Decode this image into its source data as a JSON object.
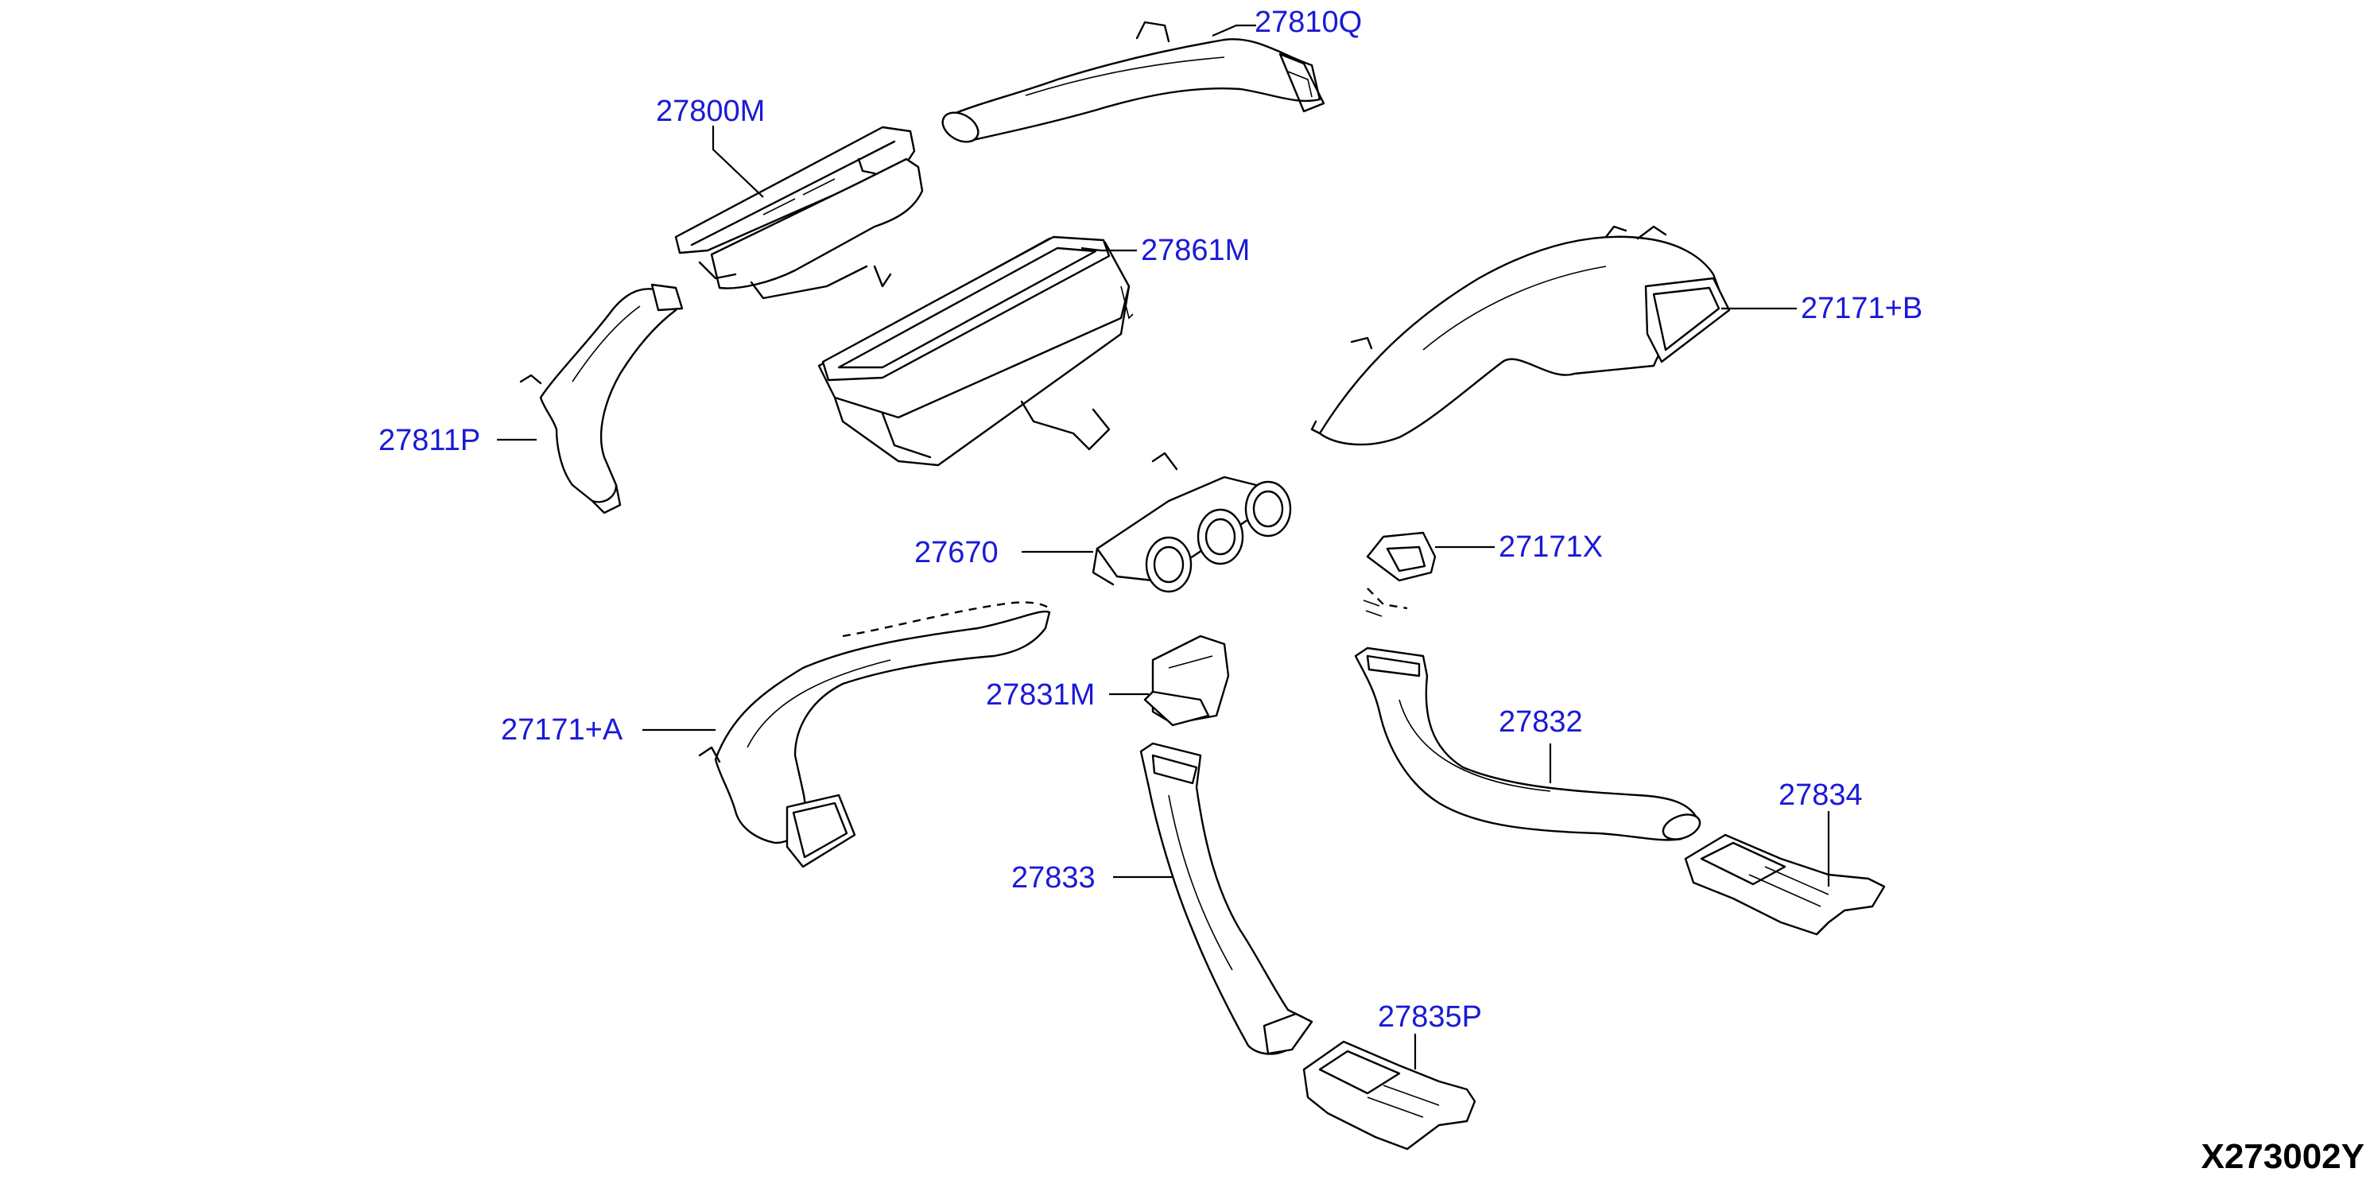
{
  "diagram": {
    "part_labels": {
      "p27810Q": "27810Q",
      "p27800M": "27800M",
      "p27861M": "27861M",
      "p27171B": "27171+B",
      "p27811P": "27811P",
      "p27670": "27670",
      "p27171X": "27171X",
      "p27171A": "27171+A",
      "p27831M": "27831M",
      "p27832": "27832",
      "p27834": "27834",
      "p27833": "27833",
      "p27835P": "27835P"
    },
    "reference_code": "X273002Y",
    "colors": {
      "label": "#1a1ad6",
      "line": "#000000",
      "background": "#ffffff"
    }
  }
}
